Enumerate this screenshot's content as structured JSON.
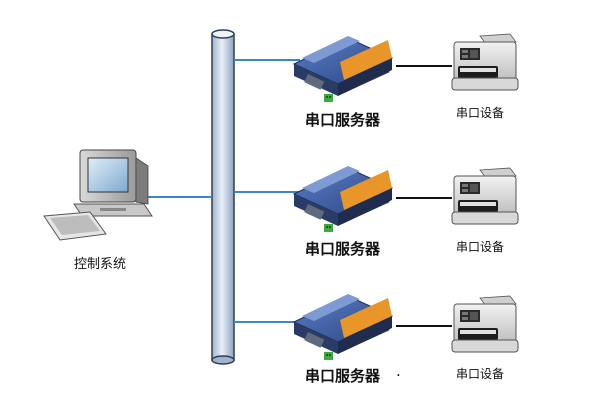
{
  "control": {
    "label": "控制系统",
    "icon": "desktop-computer-icon"
  },
  "bus": {
    "name": "network-bus"
  },
  "servers": [
    {
      "label": "串口服务器",
      "icon": "serial-server-icon"
    },
    {
      "label": "串口服务器",
      "icon": "serial-server-icon"
    },
    {
      "label": "串口服务器",
      "icon": "serial-server-icon"
    }
  ],
  "devices": [
    {
      "label": "串口设备",
      "icon": "printer-icon"
    },
    {
      "label": "串口设备",
      "icon": "printer-icon"
    },
    {
      "label": "串口设备",
      "icon": "printer-icon"
    }
  ],
  "trailing_mark": ".",
  "colors": {
    "bus_fill": "#c9d6e6",
    "bus_stroke": "#2f3e52",
    "network_line": "#3a86c8",
    "serial_line": "#111111",
    "server_body": "#3f61a8",
    "server_accent": "#e8952a",
    "terminal_green": "#3daa3d"
  }
}
